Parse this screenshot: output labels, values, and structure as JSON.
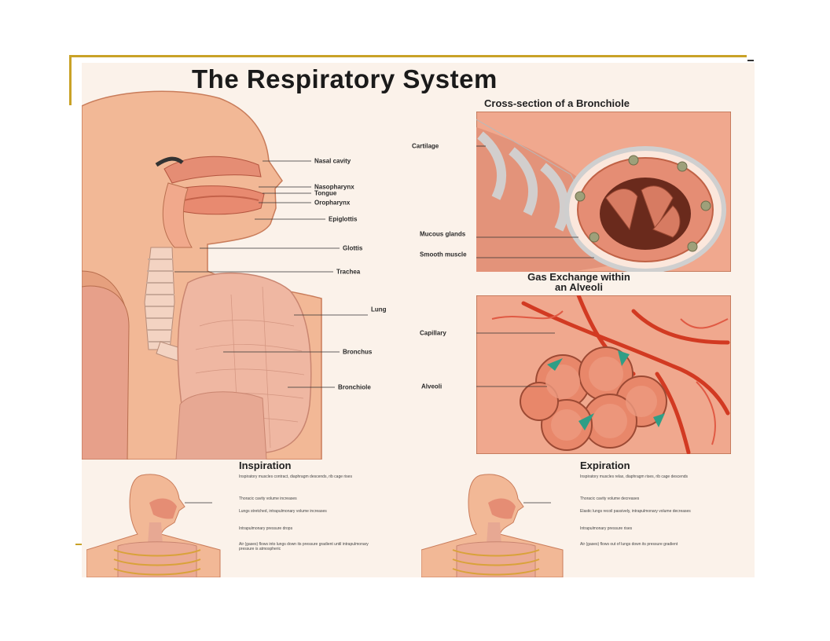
{
  "title": "The Respiratory System",
  "cross_section_heading": "Cross-section of a Bronchiole",
  "gas_exchange_heading": "Gas Exchange within an Alveoli",
  "head_labels": [
    "Nasal cavity",
    "Nasopharynx",
    "Tongue",
    "Oropharynx",
    "Epiglottis",
    "Glottis",
    "Trachea",
    "Lung",
    "Bronchus",
    "Bronchiole"
  ],
  "bronchiole_labels": [
    "Cartilage",
    "Mucous glands",
    "Smooth muscle"
  ],
  "alveoli_labels": [
    "Capillary",
    "Alveoli"
  ],
  "inspiration": {
    "heading": "Inspiration",
    "notes": [
      "Inspiratory muscles contract, diaphragm descends, rib cage rises",
      "Thoracic cavity volume increases",
      "Lungs stretched, intrapulmonary volume increases",
      "Intrapulmonary pressure drops",
      "Air (gases) flows into lungs down its pressure gradient until intrapulmonary pressure is atmospheric"
    ]
  },
  "expiration": {
    "heading": "Expiration",
    "notes": [
      "Inspiratory muscles relax, diaphragm rises, rib cage descends",
      "Thoracic cavity volume decreases",
      "Elastic lungs recoil passively, intrapulmonary volume decreases",
      "Intrapulmonary pressure rises",
      "Air (gases) flows out of lungs down its pressure gradient"
    ]
  },
  "colors": {
    "frame": "#c9a227",
    "skin": "#f2b896",
    "tissue": "#e88a70",
    "vessel_red": "#d23a22",
    "vessel_blue": "#2f9e86",
    "cartilage": "#cfcfcf"
  }
}
